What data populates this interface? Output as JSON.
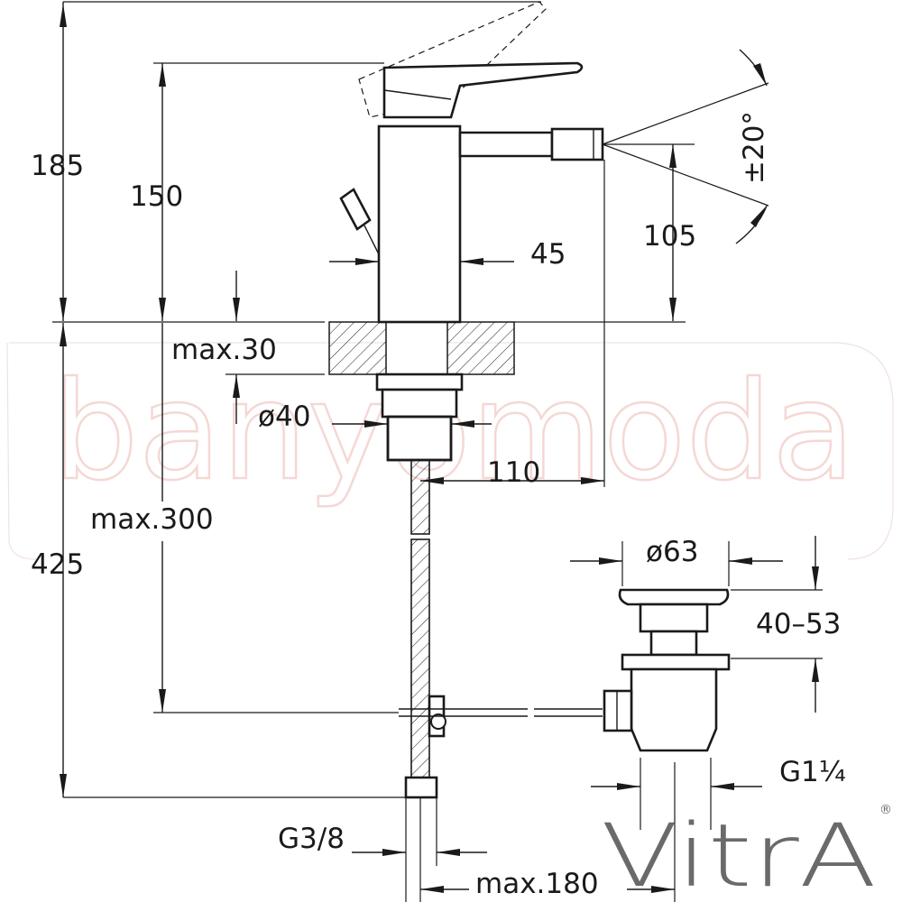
{
  "watermark": "banyomoda",
  "brand": {
    "logo": "VitrA",
    "registered": "®"
  },
  "dimensions": {
    "total_height": "185",
    "handle_height": "150",
    "spout_height": "105",
    "body_width": "45",
    "spray_angle": "±20°",
    "max_deck": "max.30",
    "hole_diameter": "ø40",
    "spout_reach": "110",
    "max_rod": "max.300",
    "below_height": "425",
    "waste_diameter": "ø63",
    "waste_range": "40–53",
    "waste_thread": "G1¼",
    "hose_thread": "G3/8",
    "max_distance": "max.180"
  }
}
